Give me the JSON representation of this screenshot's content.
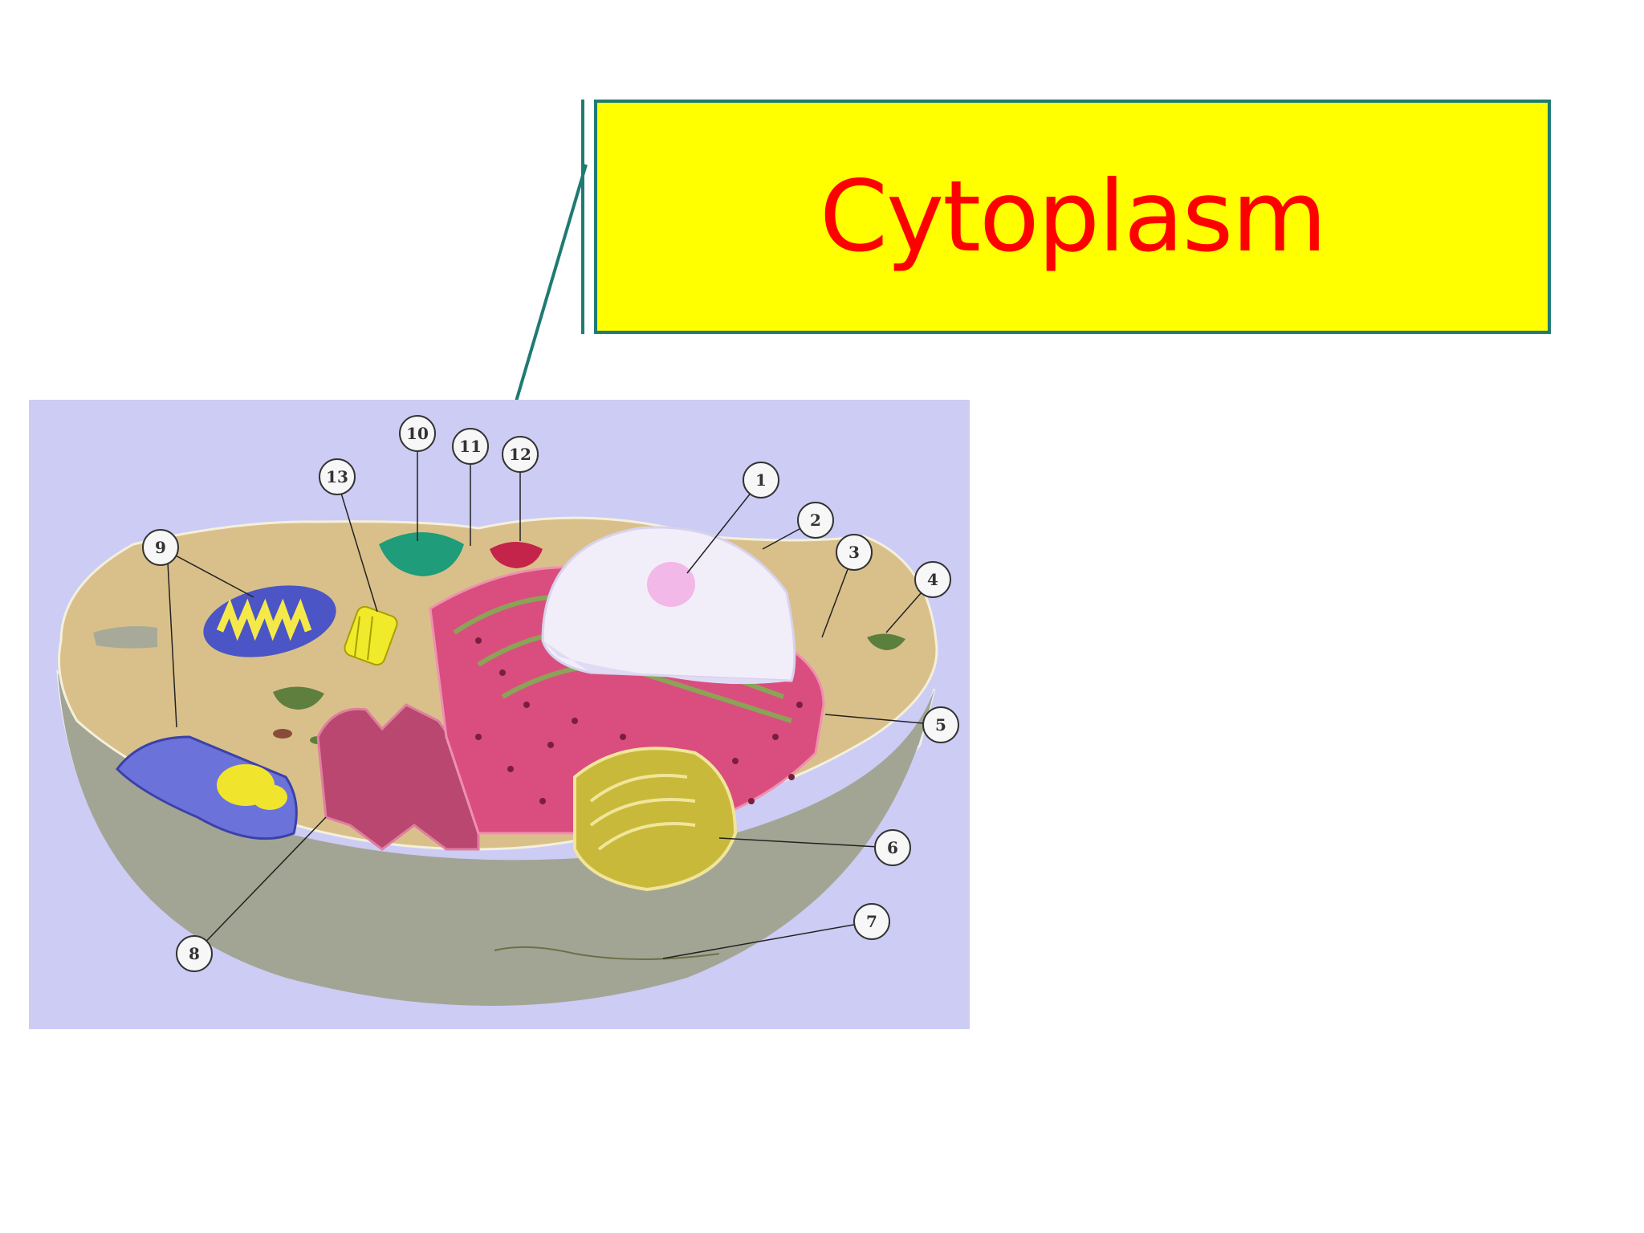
{
  "callout": {
    "title": "Cytoplasm"
  },
  "diagram": {
    "labels": [
      "1",
      "2",
      "3",
      "4",
      "5",
      "6",
      "7",
      "8",
      "9",
      "10",
      "11",
      "12",
      "13"
    ]
  },
  "colors": {
    "callout_fill": "#ffff00",
    "callout_border": "#1f7a72",
    "callout_text": "#ff0000",
    "diagram_background": "#ccccf5",
    "cytoplasm": "#d9c08a",
    "cell_base": "#a8aa99",
    "rough_er": "#d94e7e",
    "golgi": "#c9b93a",
    "nucleus": "#f1eefa"
  }
}
